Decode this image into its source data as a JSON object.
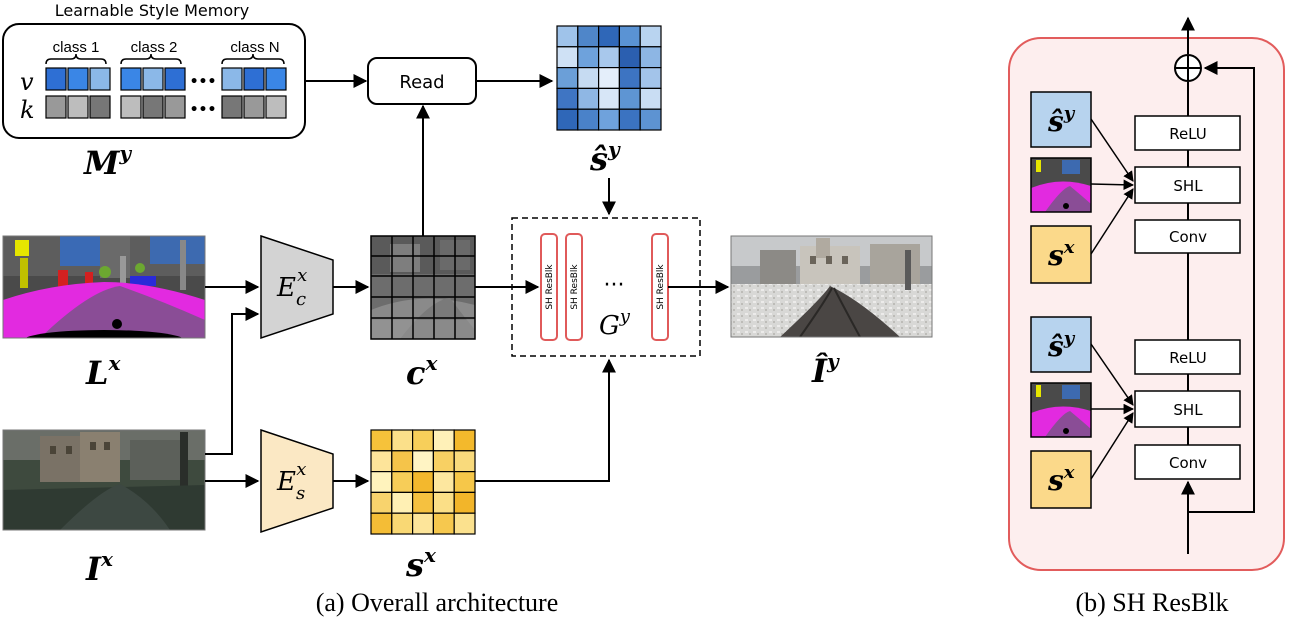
{
  "memory": {
    "title": "Learnable Style Memory",
    "class_labels": [
      "class 1",
      "class 2",
      "class N"
    ],
    "row_v": "v",
    "row_k": "k",
    "dots": "•••",
    "name_main": "M",
    "name_sup": "y"
  },
  "read": {
    "label": "Read"
  },
  "s_hat": {
    "main": "ŝ",
    "sup": "y"
  },
  "l_x": {
    "main": "L",
    "sup": "x"
  },
  "i_x": {
    "main": "I",
    "sup": "x"
  },
  "ec": {
    "main": "E",
    "sub": "c",
    "sup": "x"
  },
  "es": {
    "main": "E",
    "sub": "s",
    "sup": "x"
  },
  "c_x": {
    "main": "c",
    "sup": "x"
  },
  "s_x": {
    "main": "s",
    "sup": "x"
  },
  "gen": {
    "block_label": "SH ResBlk",
    "dots": "···",
    "main": "G",
    "sup": "y"
  },
  "out": {
    "main": "Î",
    "sup": "y"
  },
  "captions": {
    "a": "(a) Overall architecture",
    "b": "(b) SH ResBlk"
  },
  "resblk": {
    "relu": "ReLU",
    "shl": "SHL",
    "conv": "Conv",
    "s_hat_main": "ŝ",
    "s_hat_sup": "y",
    "s_main": "s",
    "s_sup": "x"
  },
  "colors": {
    "memory_blue": [
      "#2e6fd4",
      "#3a86e6",
      "#8bb8e8"
    ],
    "memory_gray": [
      "#777777",
      "#999999",
      "#bdbdbd"
    ],
    "style_blue_grid": [
      [
        "#9fc3ea",
        "#4f86c9",
        "#2f67b8",
        "#5a93d4",
        "#b9d4f0"
      ],
      [
        "#cfe1f5",
        "#6ea2dc",
        "#a8c8ec",
        "#2b5fb0",
        "#8db6e4"
      ],
      [
        "#6b9fd8",
        "#c6dbf2",
        "#e4eefa",
        "#3d74c2",
        "#a3c4ea"
      ],
      [
        "#3f75c3",
        "#8fb7e4",
        "#d7e6f7",
        "#5e95d3",
        "#c9ddf3"
      ],
      [
        "#2f67b8",
        "#4a82c9",
        "#6fa2dc",
        "#3b73c1",
        "#5d93d2"
      ]
    ],
    "style_yellow_grid": [
      [
        "#f6c23a",
        "#fbe08a",
        "#f7cf5a",
        "#fff1b8",
        "#f3b92c"
      ],
      [
        "#fde49a",
        "#f5c44a",
        "#fff4c4",
        "#f8d063",
        "#f9da7c"
      ],
      [
        "#fff3bd",
        "#f7cd58",
        "#f3b82d",
        "#fde79f",
        "#f6c749"
      ],
      [
        "#f8d36d",
        "#fff0b4",
        "#f5c140",
        "#fbdf87",
        "#f2b52a"
      ],
      [
        "#f4bd36",
        "#f9d874",
        "#fde59a",
        "#f6c84e",
        "#fbe18e"
      ]
    ],
    "encoder_c": "#d3d3d3",
    "encoder_s": "#fbe8c4",
    "block_stroke": "#e05a5a",
    "resblk_bg": "#fdeeee",
    "resblk_stroke": "#e25c5c",
    "s_hat_box": "#b7d3ee",
    "s_box": "#fbd98a"
  }
}
